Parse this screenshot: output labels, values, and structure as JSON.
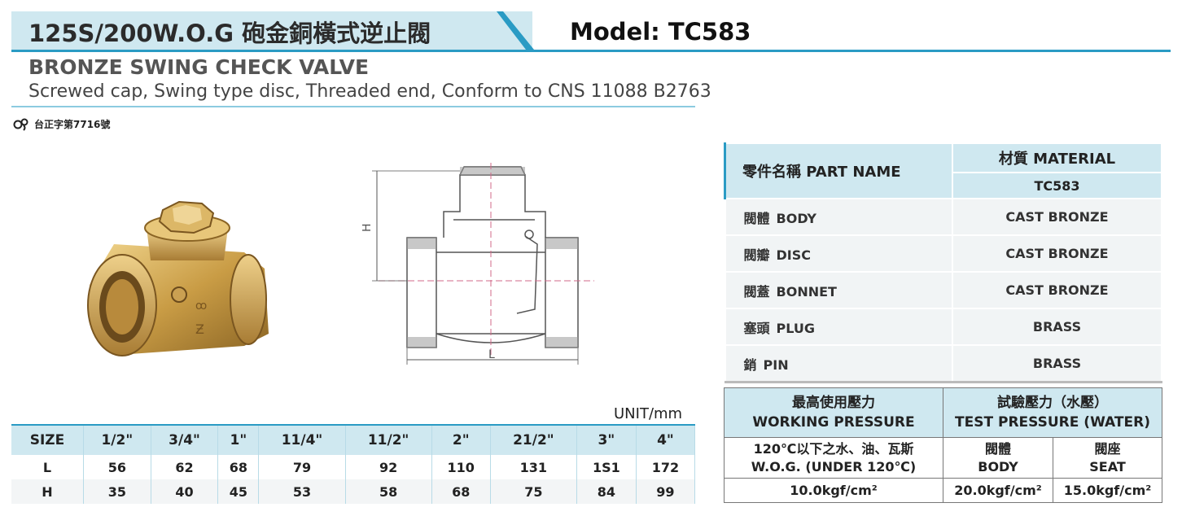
{
  "header": {
    "title": "125S/200W.O.G  砲金銅橫式逆止閥",
    "model": "Model: TC583",
    "subtitle": "BRONZE SWING CHECK VALVE",
    "description": "Screwed cap, Swing type disc, Threaded end, Conform to CNS 11088 B2763",
    "registration": "台正字第7716號"
  },
  "drawing": {
    "dim_h": "H",
    "dim_l": "L"
  },
  "dimensions": {
    "unit": "UNIT/mm",
    "size_label": "SIZE",
    "sizes": [
      "1/2\"",
      "3/4\"",
      "1\"",
      "11/4\"",
      "11/2\"",
      "2\"",
      "21/2\"",
      "3\"",
      "4\""
    ],
    "l_label": "L",
    "l_values": [
      "56",
      "62",
      "68",
      "79",
      "92",
      "110",
      "131",
      "1S1",
      "172"
    ],
    "h_label": "H",
    "h_values": [
      "35",
      "40",
      "45",
      "53",
      "58",
      "68",
      "75",
      "84",
      "99"
    ]
  },
  "parts_table": {
    "part_header": "零件名稱  PART NAME",
    "material_header": "材質  MATERIAL",
    "model_header": "TC583",
    "rows": [
      {
        "cn": "閥體",
        "en": "BODY",
        "material": "CAST BRONZE"
      },
      {
        "cn": "閥瓣",
        "en": "DISC",
        "material": "CAST BRONZE"
      },
      {
        "cn": "閥蓋",
        "en": "BONNET",
        "material": "CAST BRONZE"
      },
      {
        "cn": "塞頭",
        "en": "PLUG",
        "material": "BRASS"
      },
      {
        "cn": "銷",
        "en": "PIN",
        "material": "BRASS"
      }
    ]
  },
  "pressure_table": {
    "wp_cn": "最高使用壓力",
    "wp_en": "WORKING PRESSURE",
    "tp_cn": "試驗壓力（水壓）",
    "tp_en": "TEST PRESSURE (WATER)",
    "cond_cn": "120℃以下之水、油、瓦斯",
    "cond_en": "W.O.G. (UNDER 120℃)",
    "body_cn": "閥體",
    "body_en": "BODY",
    "seat_cn": "閥座",
    "seat_en": "SEAT",
    "wp_value": "10.0kgf/cm²",
    "body_value": "20.0kgf/cm²",
    "seat_value": "15.0kgf/cm²"
  },
  "colors": {
    "accent": "#2a9bc4",
    "header_fill": "#cfe8f0",
    "bronze": "#c9a048"
  }
}
